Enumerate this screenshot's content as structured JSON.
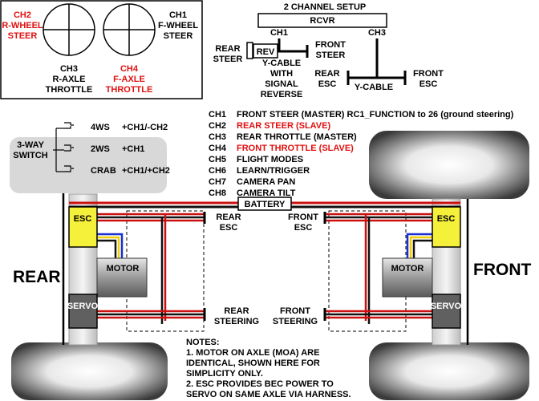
{
  "colors": {
    "red_text": "#e01010",
    "esc": "#f5f03a",
    "motor": "#b8b8b8",
    "servo": "#606060",
    "switch_box": "#d6d6d6",
    "wire_red": "#cc1010",
    "wire_black": "#111111",
    "wire_blue": "#1a2fd0",
    "wire_yellow": "#f0d000"
  },
  "sticks": {
    "left": {
      "top_line1": "CH2",
      "top_line2": "R-WHEEL",
      "top_line3": "STEER",
      "bottom_line1": "CH3",
      "bottom_line2": "R-AXLE",
      "bottom_line3": "THROTTLE"
    },
    "right": {
      "top_line1": "CH1",
      "top_line2": "F-WHEEL",
      "top_line3": "STEER",
      "bottom_line1": "CH4",
      "bottom_line2": "F-AXLE",
      "bottom_line3": "THROTTLE"
    }
  },
  "setup": {
    "title": "2 CHANNEL SETUP",
    "rcvr": "RCVR",
    "ch1": "CH1",
    "ch3": "CH3",
    "rev": "REV",
    "rear_steer_1": "REAR",
    "rear_steer_2": "STEER",
    "front_steer_1": "FRONT",
    "front_steer_2": "STEER",
    "ycable_rev_1": "Y-CABLE",
    "ycable_rev_2": "WITH",
    "ycable_rev_3": "SIGNAL",
    "ycable_rev_4": "REVERSE",
    "rear_esc_1": "REAR",
    "rear_esc_2": "ESC",
    "ycable": "Y-CABLE",
    "front_esc_1": "FRONT",
    "front_esc_2": "ESC"
  },
  "channels": [
    {
      "ch": "CH1",
      "desc": "FRONT STEER (MASTER) RC1_FUNCTION to 26 (ground steering)"
    },
    {
      "ch": "CH2",
      "desc": "REAR STEER (SLAVE)"
    },
    {
      "ch": "CH3",
      "desc": "REAR THROTTLE (MASTER)"
    },
    {
      "ch": "CH4",
      "desc": "FRONT THROTTLE (SLAVE)"
    },
    {
      "ch": "CH5",
      "desc": "FLIGHT MODES"
    },
    {
      "ch": "CH6",
      "desc": "LEARN/TRIGGER"
    },
    {
      "ch": "CH7",
      "desc": "CAMERA PAN"
    },
    {
      "ch": "CH8",
      "desc": "CAMERA TILT"
    }
  ],
  "switch": {
    "label_1": "3-WAY",
    "label_2": "SWITCH",
    "modes": [
      {
        "name": "4WS",
        "mix": "+CH1/-CH2"
      },
      {
        "name": "2WS",
        "mix": "+CH1"
      },
      {
        "name": "CRAB",
        "mix": "+CH1/+CH2"
      }
    ]
  },
  "chassis": {
    "battery": "BATTERY",
    "esc": "ESC",
    "motor": "MOTOR",
    "servo": "SERVO",
    "rear": "REAR",
    "front": "FRONT",
    "rear_esc_1": "REAR",
    "rear_esc_2": "ESC",
    "front_esc_1": "FRONT",
    "front_esc_2": "ESC",
    "rear_steering_1": "REAR",
    "rear_steering_2": "STEERING",
    "front_steering_1": "FRONT",
    "front_steering_2": "STEERING"
  },
  "notes": {
    "title": "NOTES:",
    "lines": [
      "1. MOTOR ON AXLE (MOA) ARE",
      "IDENTICAL, SHOWN HERE FOR",
      "SIMPLICITY ONLY.",
      "2. ESC PROVIDES BEC POWER TO",
      "SERVO ON SAME AXLE VIA HARNESS."
    ]
  }
}
